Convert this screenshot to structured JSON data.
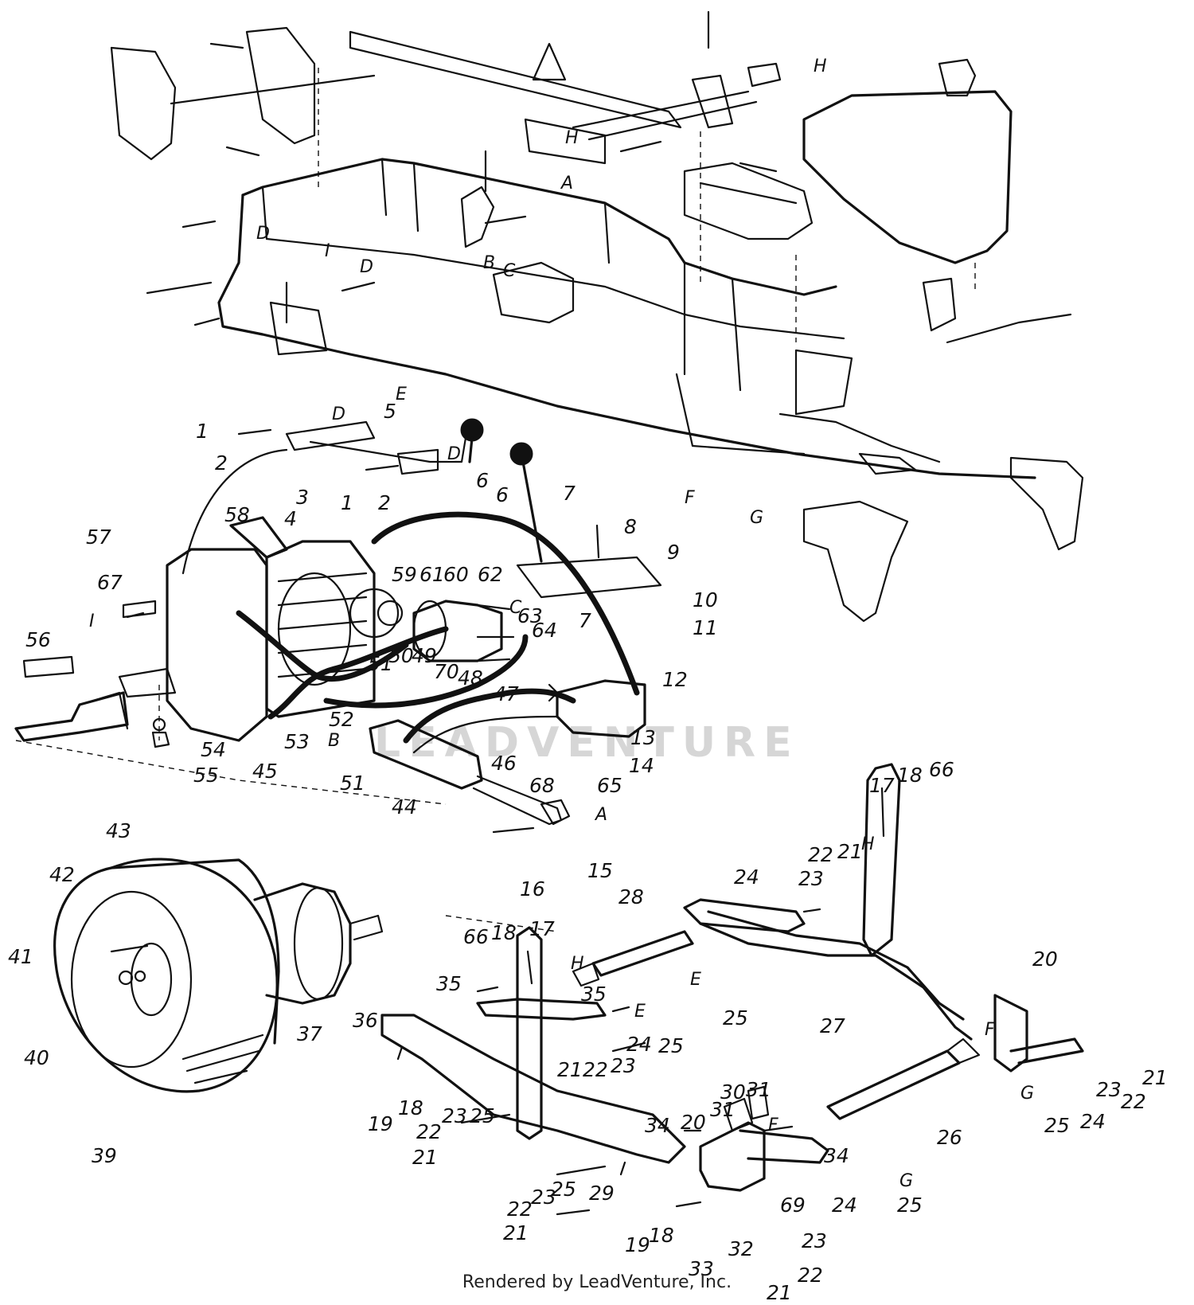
{
  "footer": {
    "text": "Rendered by LeadVenture, Inc."
  },
  "watermark": {
    "text": "LEADVENTURE"
  },
  "callouts": [
    "1",
    "2",
    "3",
    "4",
    "5",
    "6",
    "7",
    "8",
    "9",
    "10",
    "11",
    "12",
    "13",
    "14",
    "15",
    "16",
    "17",
    "18",
    "19",
    "20",
    "21",
    "22",
    "23",
    "24",
    "25",
    "26",
    "27",
    "28",
    "29",
    "30",
    "31",
    "32",
    "33",
    "34",
    "35",
    "36",
    "37",
    "39",
    "40",
    "41",
    "42",
    "43",
    "44",
    "45",
    "46",
    "47",
    "48",
    "49",
    "50",
    "51",
    "52",
    "53",
    "54",
    "55",
    "56",
    "57",
    "58",
    "59",
    "60",
    "61",
    "62",
    "63",
    "64",
    "65",
    "66",
    "67",
    "68",
    "69",
    "70"
  ],
  "reference_letters": [
    "A",
    "B",
    "C",
    "D",
    "E",
    "F",
    "G",
    "H",
    "I"
  ],
  "colors": {
    "ink": "#111111",
    "watermark": "#d6d6d6"
  }
}
